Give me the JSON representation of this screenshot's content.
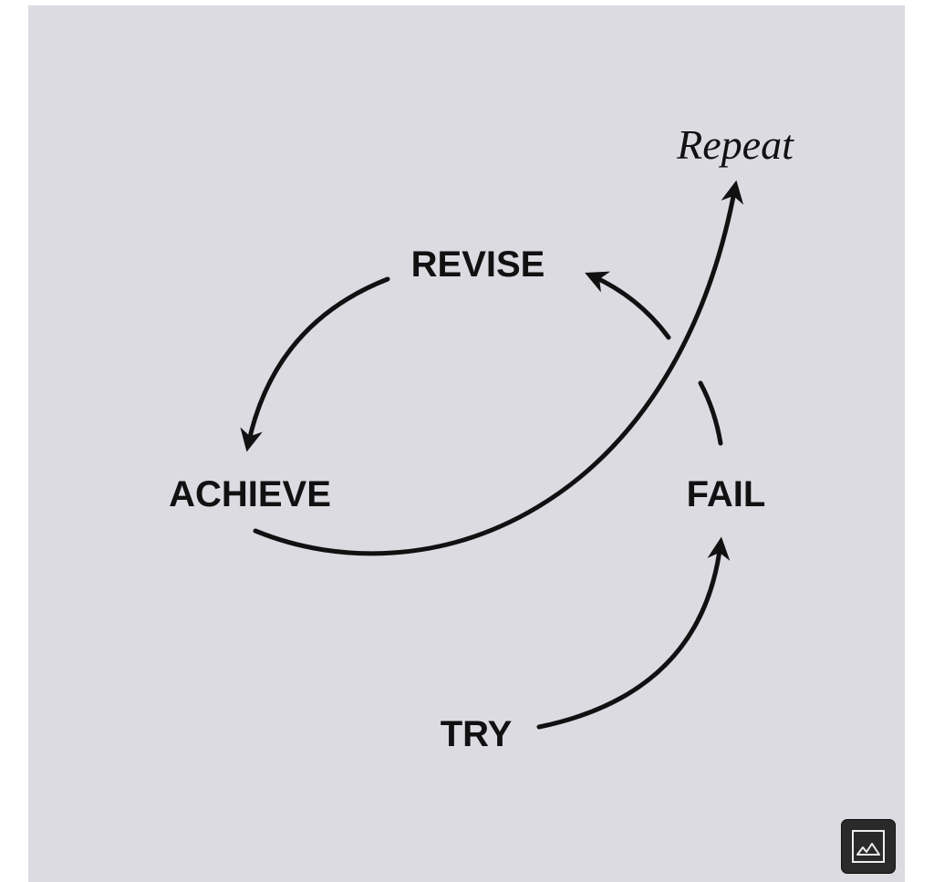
{
  "diagram": {
    "nodes": {
      "repeat": "Repeat",
      "revise": "REVISE",
      "achieve": "ACHIEVE",
      "fail": "FAIL",
      "try": "TRY"
    },
    "edges": [
      {
        "from": "TRY",
        "to": "FAIL",
        "style": "solid"
      },
      {
        "from": "FAIL",
        "to": "REVISE",
        "style": "dashed"
      },
      {
        "from": "REVISE",
        "to": "ACHIEVE",
        "style": "solid"
      },
      {
        "from": "ACHIEVE",
        "to": "Repeat",
        "style": "solid"
      }
    ]
  },
  "controls": {
    "image_button_icon": "image-icon"
  }
}
